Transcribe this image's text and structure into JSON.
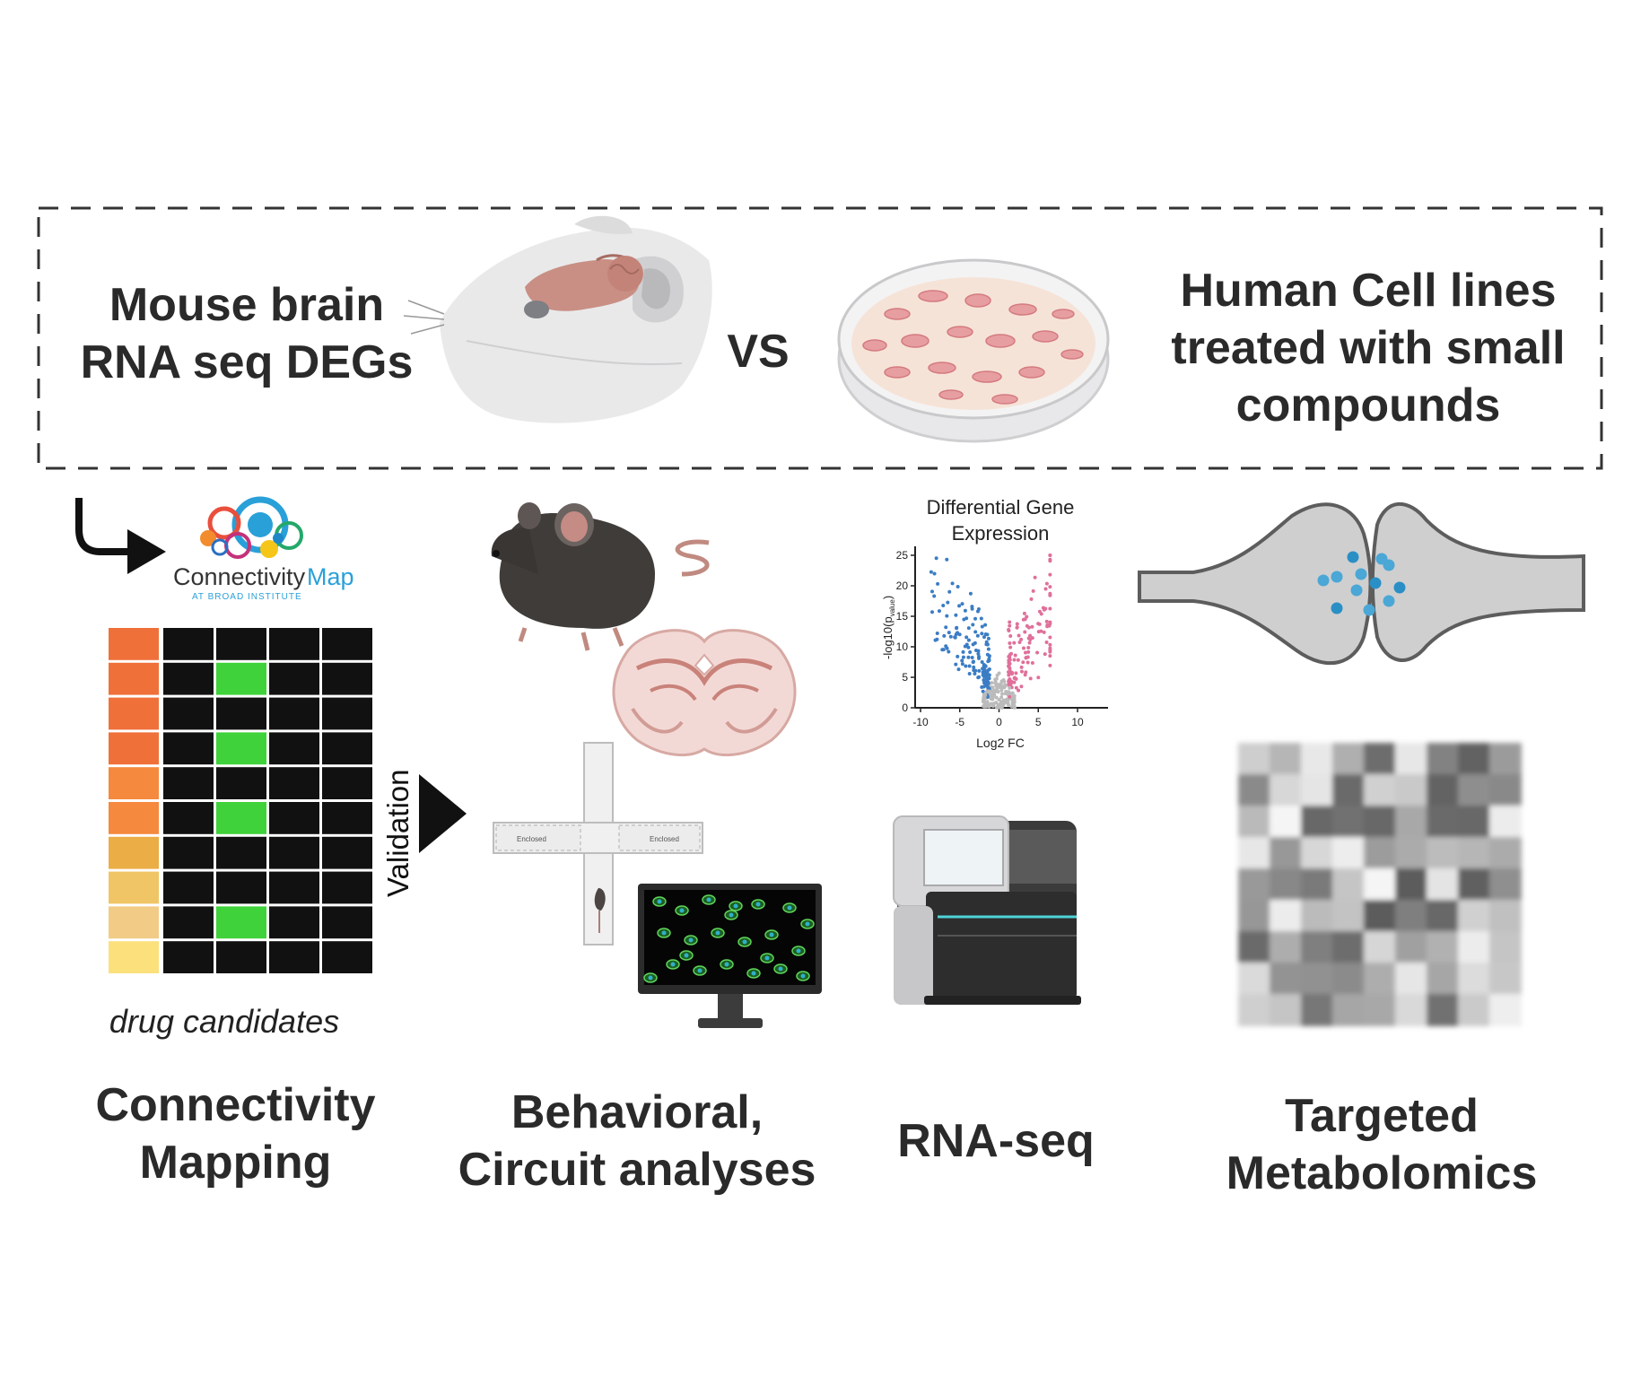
{
  "top_panel": {
    "left_text": [
      "Mouse brain",
      "RNA seq DEGs"
    ],
    "vs_text": "VS",
    "right_text": [
      "Human Cell lines",
      "treated with small",
      "compounds"
    ]
  },
  "cmap_logo": {
    "brand_main": "Connectivity",
    "brand_second": "Map",
    "brand_sub": "AT BROAD INSTITUTE"
  },
  "validation_label": "Validation",
  "drug_candidates_label": "drug candidates",
  "heatmap": {
    "side_colors": [
      "#f0703a",
      "#f0703a",
      "#f0703a",
      "#f0703a",
      "#f5893e",
      "#f5893e",
      "#ebad45",
      "#f0c566",
      "#f2cb86",
      "#fbe07c"
    ],
    "green_cells": [
      [
        1,
        1
      ],
      [
        3,
        1
      ],
      [
        5,
        1
      ],
      [
        5,
        4
      ],
      [
        8,
        1
      ]
    ],
    "cell_color": "#111111",
    "green_color": "#3fd23a"
  },
  "maze": {
    "arm_left_label": "Enclosed",
    "arm_right_label": "Enclosed"
  },
  "volcano": {
    "title": [
      "Differential Gene",
      "Expression"
    ],
    "ylabel": "-log10(p",
    "ylabel_sub": "value",
    "ylabel_end": ")",
    "xlabel": "Log2 FC",
    "xticks": [
      "-10",
      "-5",
      "0",
      "5",
      "10"
    ],
    "yticks": [
      "0",
      "5",
      "10",
      "15",
      "20",
      "25"
    ]
  },
  "sections": {
    "connectivity": [
      "Connectivity",
      "Mapping"
    ],
    "behavioral": [
      "Behavioral,",
      "Circuit analyses"
    ],
    "rnaseq": [
      "RNA-seq"
    ],
    "metabolomics": [
      "Targeted",
      "Metabolomics"
    ]
  },
  "colors": {
    "dashed_border": "#333333",
    "volcano_blue": "#3b7dc4",
    "volcano_pink": "#e0709a",
    "volcano_gray": "#bbbbbb",
    "synapse_blue": "#4aa7d6"
  }
}
